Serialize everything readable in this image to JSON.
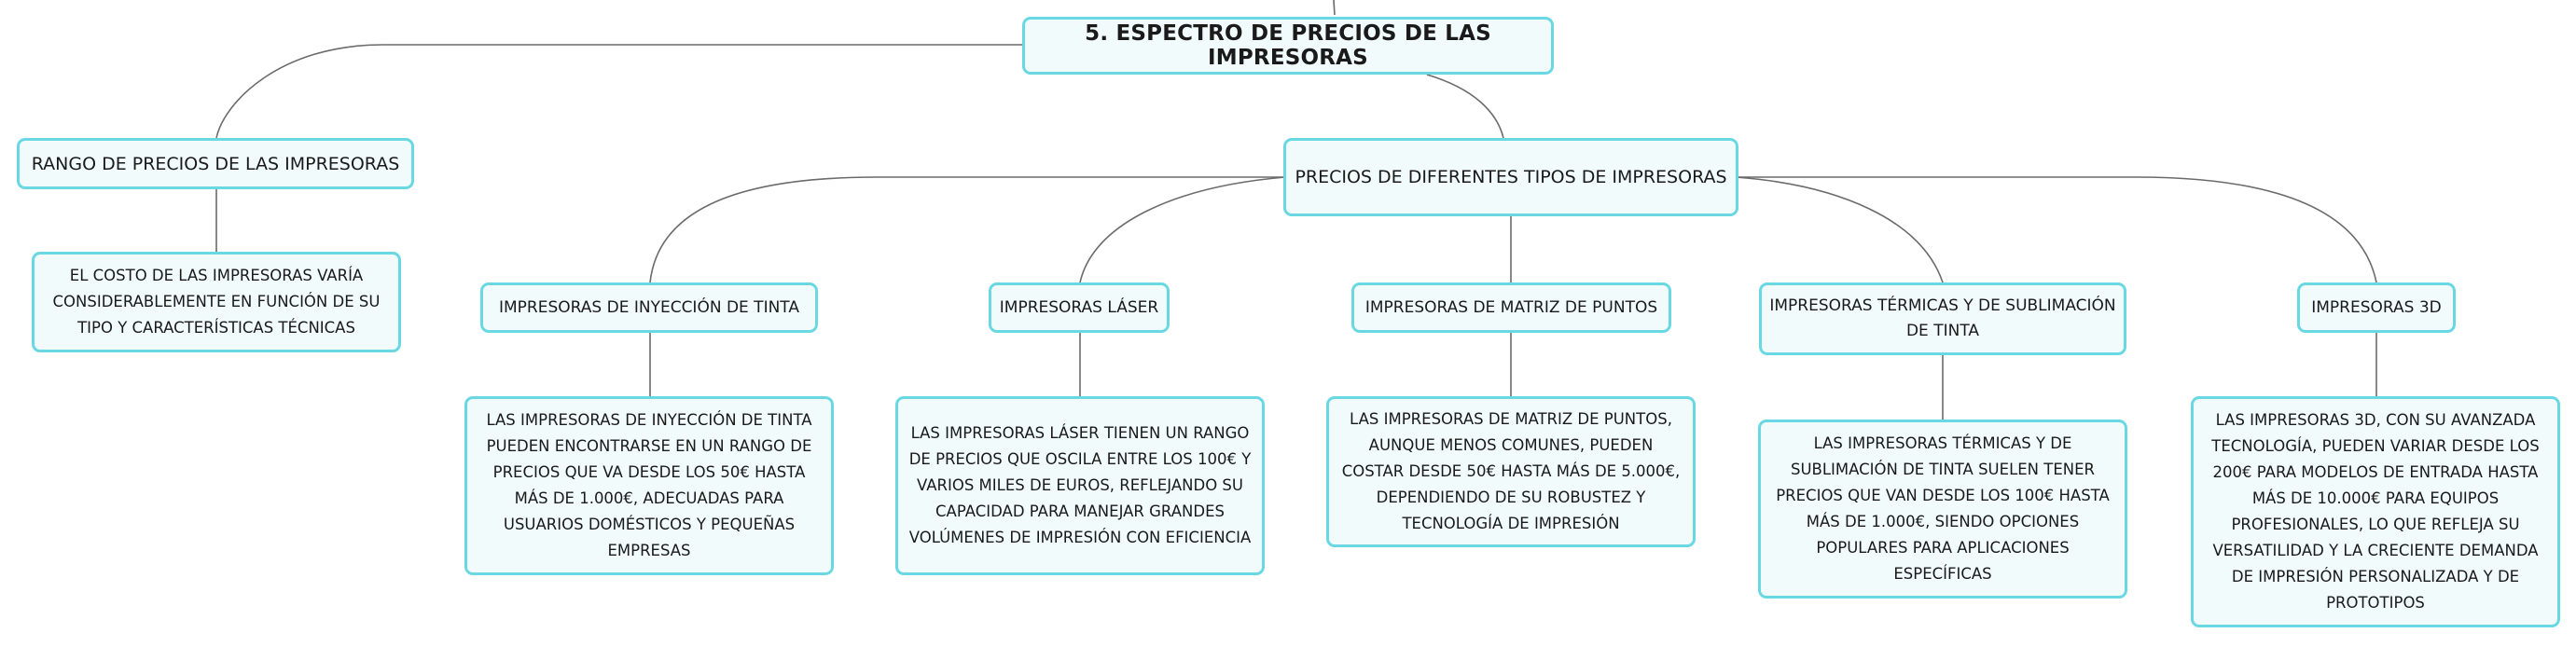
{
  "root": {
    "title": "5. ESPECTRO DE PRECIOS DE LAS IMPRESORAS"
  },
  "range": {
    "title": "RANGO DE PRECIOS DE LAS IMPRESORAS",
    "description": "EL COSTO DE LAS IMPRESORAS VARÍA CONSIDERABLEMENTE EN FUNCIÓN DE SU TIPO Y CARACTERÍSTICAS TÉCNICAS"
  },
  "types": {
    "title": "PRECIOS DE DIFERENTES TIPOS DE IMPRESORAS",
    "items": [
      {
        "title": "IMPRESORAS DE INYECCIÓN DE TINTA",
        "description": "LAS IMPRESORAS DE INYECCIÓN DE TINTA PUEDEN ENCONTRARSE EN UN RANGO DE PRECIOS QUE VA DESDE LOS 50€ HASTA MÁS DE 1.000€, ADECUADAS PARA USUARIOS DOMÉSTICOS Y PEQUEÑAS EMPRESAS"
      },
      {
        "title": "IMPRESORAS LÁSER",
        "description": "LAS IMPRESORAS LÁSER TIENEN UN RANGO DE PRECIOS QUE OSCILA ENTRE LOS 100€ Y VARIOS MILES DE EUROS, REFLEJANDO SU CAPACIDAD PARA MANEJAR GRANDES VOLÚMENES DE IMPRESIÓN CON EFICIENCIA"
      },
      {
        "title": "IMPRESORAS DE MATRIZ DE PUNTOS",
        "description": "LAS IMPRESORAS DE MATRIZ DE PUNTOS, AUNQUE MENOS COMUNES, PUEDEN COSTAR DESDE 50€ HASTA MÁS DE 5.000€, DEPENDIENDO DE SU ROBUSTEZ Y TECNOLOGÍA DE IMPRESIÓN"
      },
      {
        "title": "IMPRESORAS TÉRMICAS Y DE SUBLIMACIÓN DE TINTA",
        "description": "LAS IMPRESORAS TÉRMICAS Y DE SUBLIMACIÓN DE TINTA SUELEN TENER PRECIOS QUE VAN DESDE LOS 100€ HASTA MÁS DE 1.000€, SIENDO OPCIONES POPULARES PARA APLICACIONES ESPECÍFICAS"
      },
      {
        "title": "IMPRESORAS 3D",
        "description": "LAS IMPRESORAS 3D, CON SU AVANZADA TECNOLOGÍA, PUEDEN VARIAR DESDE LOS 200€ PARA MODELOS DE ENTRADA HASTA MÁS DE 10.000€ PARA EQUIPOS PROFESIONALES, LO QUE REFLEJA SU VERSATILIDAD Y LA CRECIENTE DEMANDA DE IMPRESIÓN PERSONALIZADA Y DE PROTOTIPOS"
      }
    ]
  },
  "colors": {
    "border": "#6ad8e2",
    "fill": "#f1fbfc",
    "link": "#6b6b6b"
  }
}
